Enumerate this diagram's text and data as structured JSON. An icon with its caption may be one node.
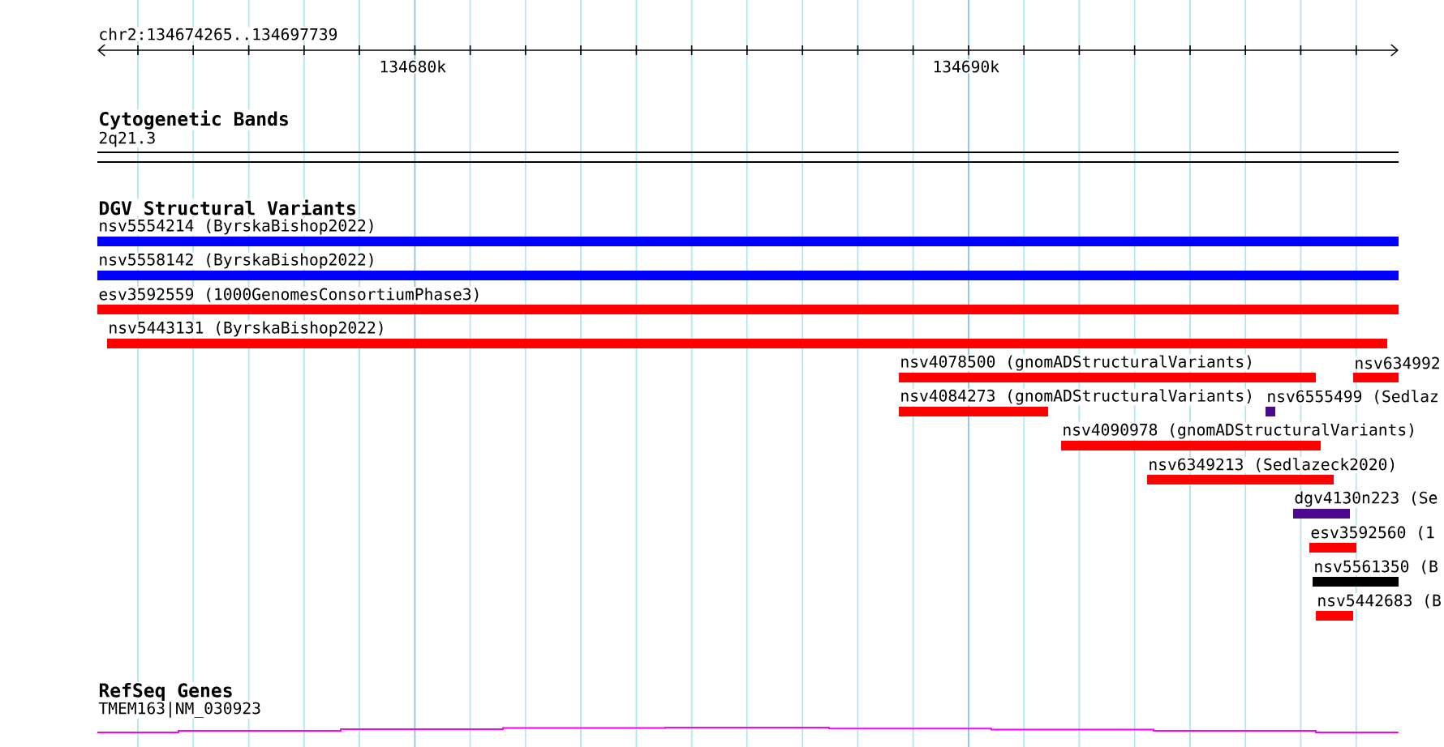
{
  "diagram": {
    "labels": [
      "chr2:134674265..134697739",
      "134680k",
      "134690k",
      "Cytogenetic Bands",
      "2q21.3",
      "DGV Structural Variants",
      "nsv5554214 (ByrskaBishop2022)",
      "nsv5558142 (ByrskaBishop2022)",
      "esv3592559 (1000GenomesConsortiumPhase3)",
      "nsv5443131 (ByrskaBishop2022)",
      "nsv4078500 (gnomADStructuralVariants)",
      "nsv634992",
      "nsv4084273 (gnomADStructuralVariants)",
      "nsv6555499 (Sedlaz",
      "nsv4090978 (gnomADStructuralVariants)",
      "nsv6349213 (Sedlazeck2020)",
      "dgv4130n223 (Se",
      "esv3592560 (1",
      "nsv5561350 (B",
      "nsv5442683 (B",
      "RefSeq Genes",
      "TMEM163|NM_030923"
    ]
  }
}
